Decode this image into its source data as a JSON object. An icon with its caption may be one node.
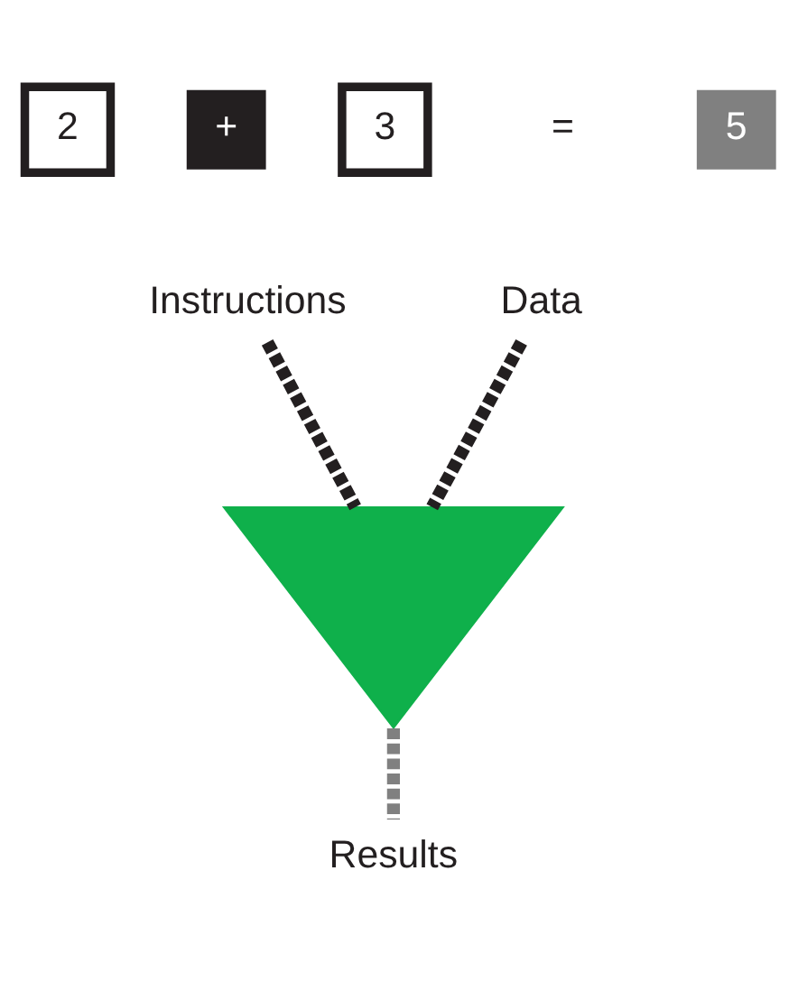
{
  "diagram": {
    "nodes": [
      {
        "text": [
          "2"
        ]
      },
      {
        "text": [
          "+"
        ]
      },
      {
        "text": [
          "3"
        ]
      },
      {
        "text": [
          "5"
        ]
      },
      {
        "text": [
          "Instructions"
        ]
      },
      {
        "text": [
          "Data"
        ]
      },
      {
        "text": [],
        "shape": "polygon"
      },
      {
        "text": [
          "Results"
        ]
      }
    ],
    "edges": [
      {
        "from": 4,
        "to": 6,
        "arrow": "none",
        "style": "dashed"
      },
      {
        "from": 5,
        "to": 6,
        "arrow": "none",
        "style": "dashed"
      },
      {
        "from": 6,
        "to": 7,
        "arrow": "none",
        "style": "dashed",
        "color": "#808080"
      }
    ],
    "labels": [
      "="
    ]
  }
}
